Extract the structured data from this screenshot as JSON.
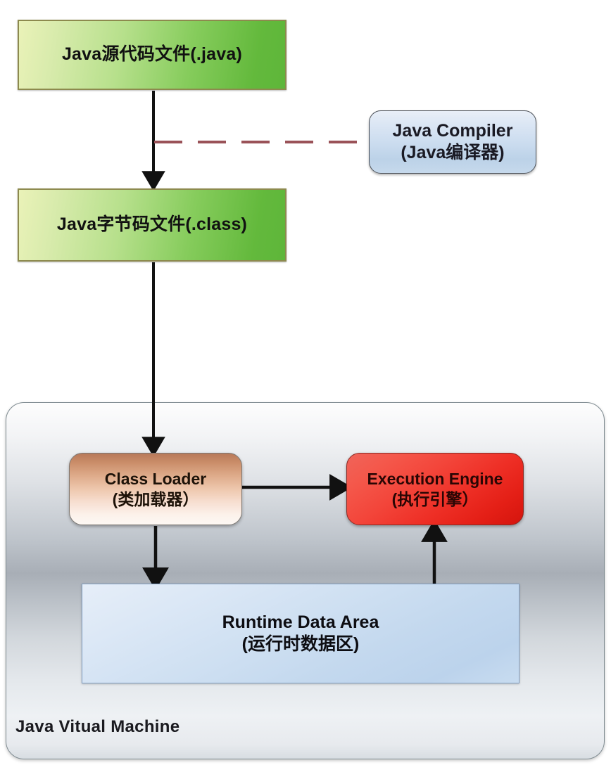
{
  "diagram": {
    "title": "Java Vitual Machine",
    "nodes": {
      "source": {
        "line1": "Java源代码文件(.java)",
        "shape": "rectangle",
        "color": "#6cb33f"
      },
      "compiler": {
        "line1": "Java Compiler",
        "line2": "(Java编译器)",
        "shape": "rounded-rectangle",
        "color": "#c6d9ec"
      },
      "bytecode": {
        "line1": "Java字节码文件(.class)",
        "shape": "rectangle",
        "color": "#6cb33f"
      },
      "class_loader": {
        "line1": "Class Loader",
        "line2": "(类加载器）",
        "shape": "rounded-rectangle",
        "color": "#dda988"
      },
      "execution_engine": {
        "line1": "Execution Engine",
        "line2": "(执行引擎）",
        "shape": "rounded-rectangle",
        "color": "#ee2f26"
      },
      "runtime_data_area": {
        "line1": "Runtime  Data  Area",
        "line2": "(运行时数据区)",
        "shape": "rectangle",
        "color": "#c3d8ee"
      },
      "jvm_container": {
        "label": "Java Vitual Machine",
        "shape": "rounded-rectangle",
        "color": "#b9bfc6"
      }
    },
    "edges": [
      {
        "name": "source-to-bytecode",
        "from": "source",
        "to": "bytecode",
        "style": "solid-arrow",
        "color": "#111111"
      },
      {
        "name": "compiler-annotation",
        "from": "compiler",
        "to": "source-to-bytecode",
        "style": "dashed",
        "color": "#9a5258"
      },
      {
        "name": "bytecode-to-class-loader",
        "from": "bytecode",
        "to": "class_loader",
        "style": "solid-arrow",
        "color": "#111111"
      },
      {
        "name": "class-loader-to-execution-engine",
        "from": "class_loader",
        "to": "execution_engine",
        "style": "solid-arrow",
        "color": "#111111"
      },
      {
        "name": "class-loader-to-runtime-data-area",
        "from": "class_loader",
        "to": "runtime_data_area",
        "style": "solid-arrow",
        "color": "#111111"
      },
      {
        "name": "runtime-data-area-to-execution-engine",
        "from": "runtime_data_area",
        "to": "execution_engine",
        "style": "solid-arrow",
        "color": "#111111"
      }
    ]
  }
}
